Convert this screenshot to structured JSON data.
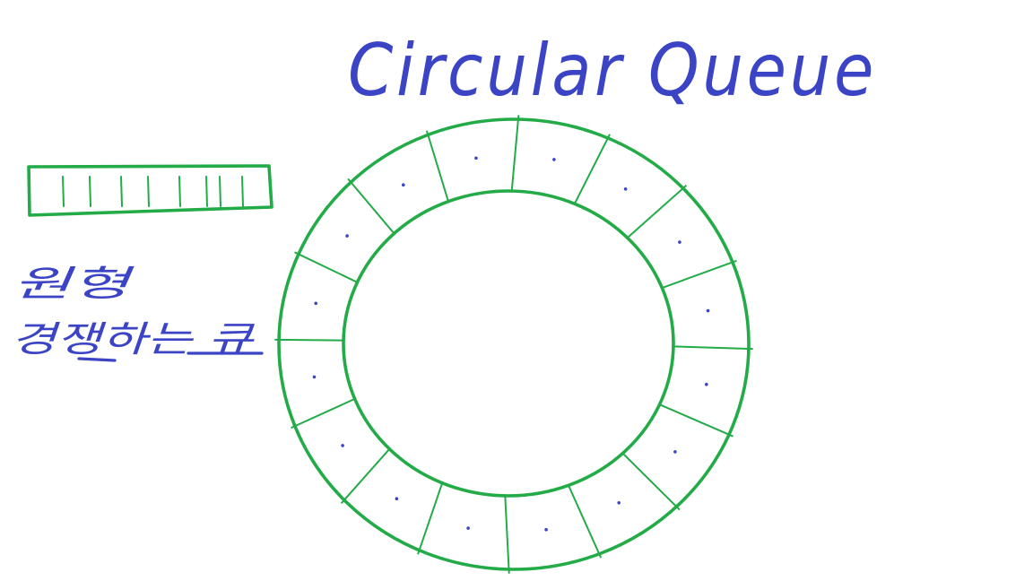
{
  "title": "Circular Queue",
  "notes": [
    "원형",
    "경쟁하는 큐"
  ],
  "queue": {
    "slot_count": 16
  },
  "colors": {
    "ink_blue": "#3b44c4",
    "ink_green": "#22ab47",
    "background": "#ffffff"
  }
}
